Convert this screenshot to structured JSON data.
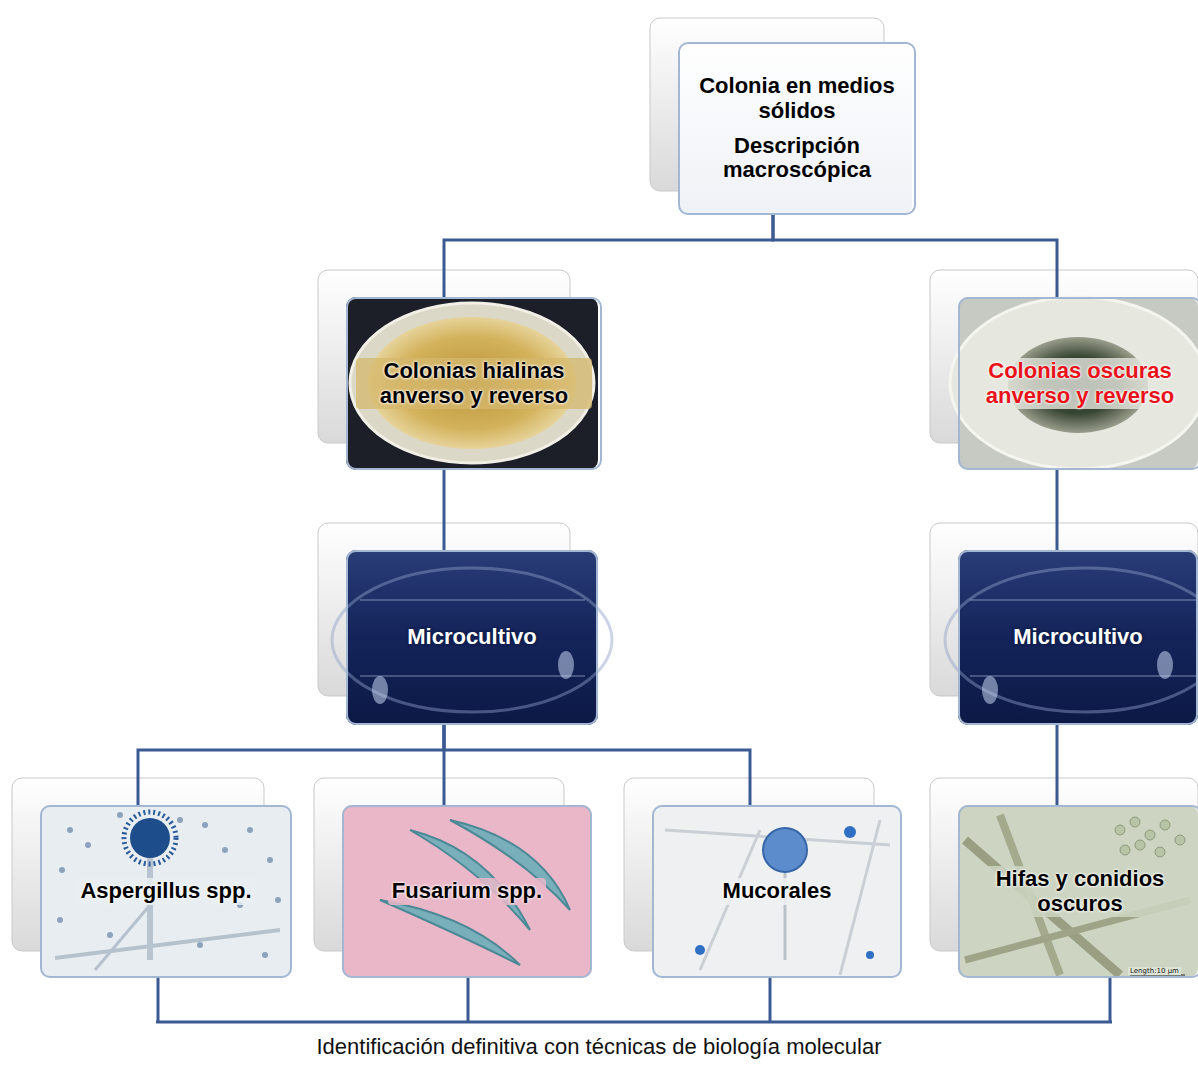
{
  "diagram": {
    "caption": "Identificación definitiva con técnicas de biología molecular",
    "nodes": [
      {
        "text": [
          "Colonia en medios sólidos",
          "Descripción macroscópica"
        ]
      },
      {
        "text": [
          "Colonias hialinas anverso y reverso"
        ]
      },
      {
        "text": [
          "Colonias oscuras anverso y reverso"
        ]
      },
      {
        "text": [
          "Microcultivo"
        ]
      },
      {
        "text": [
          "Microcultivo"
        ]
      },
      {
        "text": [
          "Aspergillus spp."
        ]
      },
      {
        "text": [
          "Fusarium spp."
        ]
      },
      {
        "text": [
          "Mucorales"
        ]
      },
      {
        "text": [
          "Hifas y conidios oscuros"
        ]
      }
    ],
    "edges": [
      {
        "from": 0,
        "to": 1,
        "arrow": "none"
      },
      {
        "from": 0,
        "to": 2,
        "arrow": "none"
      },
      {
        "from": 1,
        "to": 3,
        "arrow": "none"
      },
      {
        "from": 2,
        "to": 4,
        "arrow": "none"
      },
      {
        "from": 3,
        "to": 5,
        "arrow": "none"
      },
      {
        "from": 3,
        "to": 6,
        "arrow": "none"
      },
      {
        "from": 3,
        "to": 7,
        "arrow": "none"
      },
      {
        "from": 4,
        "to": 8,
        "arrow": "none"
      }
    ],
    "labels": [
      "Length:10 µm"
    ]
  }
}
